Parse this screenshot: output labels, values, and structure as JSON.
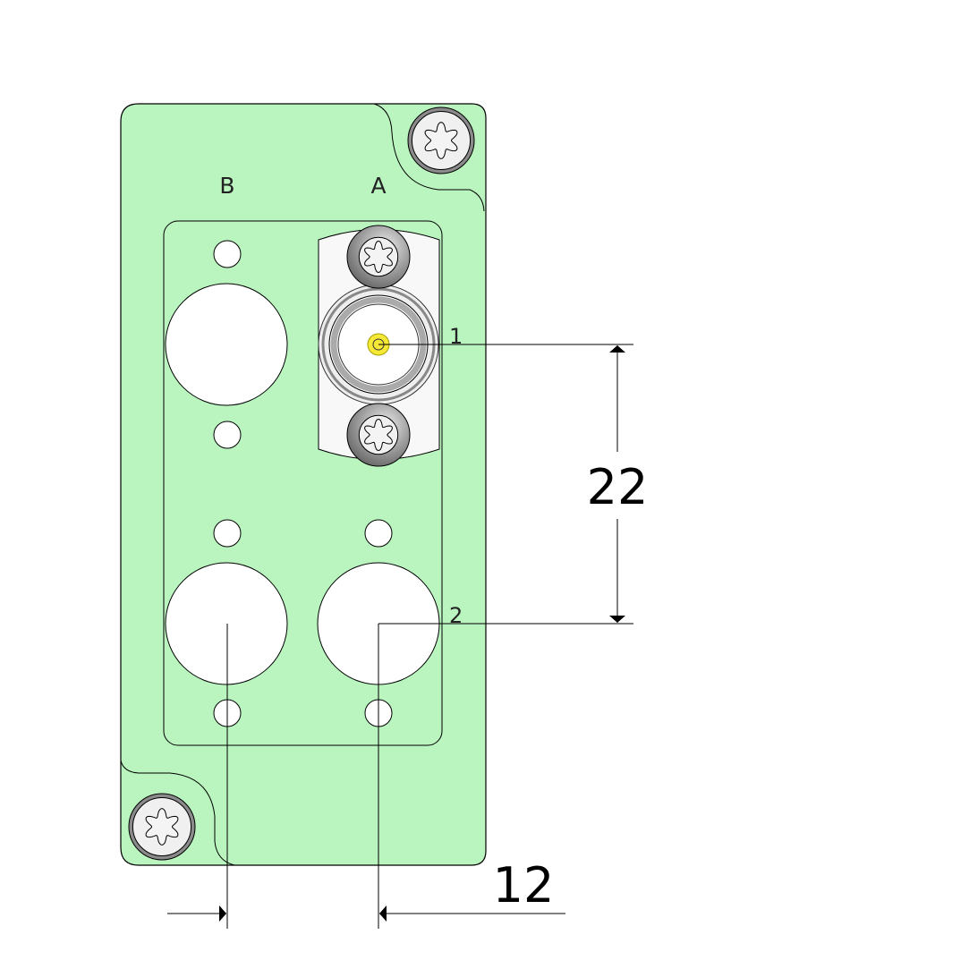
{
  "panel": {
    "label_a": "A",
    "label_b": "B",
    "color_plate": "#baf5c0",
    "color_pin": "#f5e836"
  },
  "callouts": {
    "point_1": "1",
    "point_2": "2"
  },
  "dimensions": {
    "vertical": {
      "value": "22"
    },
    "horizontal": {
      "value": "12"
    }
  }
}
